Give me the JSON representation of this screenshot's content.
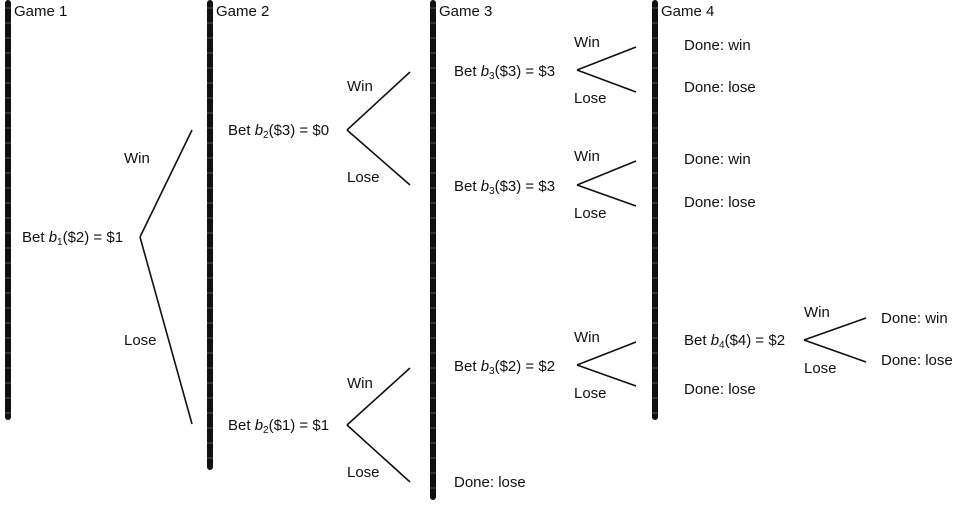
{
  "headers": [
    "Game 1",
    "Game 2",
    "Game 3",
    "Game 4"
  ],
  "bets": [
    {
      "id": "g1",
      "pre": "Bet ",
      "var": "b",
      "sub": "1",
      "arg": "($2) = $1"
    },
    {
      "id": "g2-top",
      "pre": "Bet ",
      "var": "b",
      "sub": "2",
      "arg": "($3) = $0"
    },
    {
      "id": "g2-bot",
      "pre": "Bet ",
      "var": "b",
      "sub": "2",
      "arg": "($1) = $1"
    },
    {
      "id": "g3-a",
      "pre": "Bet ",
      "var": "b",
      "sub": "3",
      "arg": "($3) = $3"
    },
    {
      "id": "g3-b",
      "pre": "Bet ",
      "var": "b",
      "sub": "3",
      "arg": "($3) = $3"
    },
    {
      "id": "g3-c",
      "pre": "Bet ",
      "var": "b",
      "sub": "3",
      "arg": "($2) = $2"
    },
    {
      "id": "g4",
      "pre": "Bet ",
      "var": "b",
      "sub": "4",
      "arg": "($4) = $2"
    }
  ],
  "win_label": "Win",
  "lose_label": "Lose",
  "done_win": "Done: win",
  "done_lose": "Done: lose"
}
